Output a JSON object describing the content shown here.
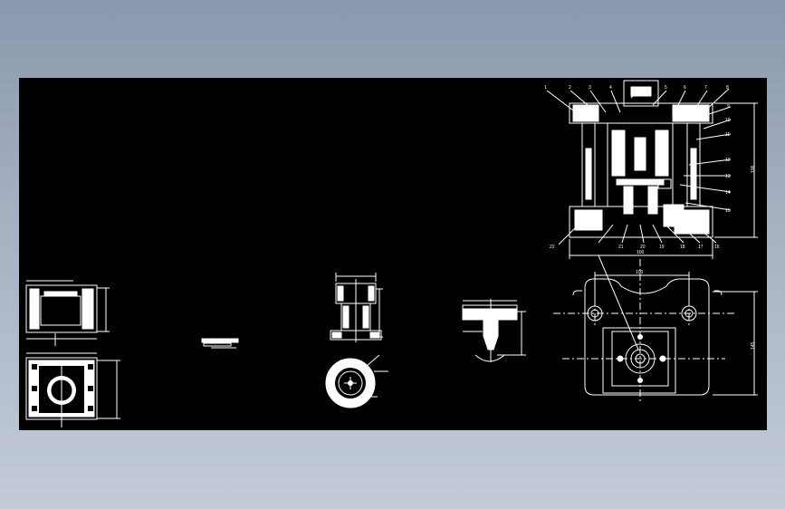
{
  "drawing": {
    "background_color": "#000000",
    "line_color": "#ffffff",
    "assembly_part_numbers": [
      "1",
      "2",
      "3",
      "4",
      "5",
      "6",
      "7",
      "8",
      "9",
      "10",
      "11",
      "12",
      "13",
      "14",
      "15",
      "16",
      "17",
      "18",
      "19",
      "20",
      "21",
      "22"
    ],
    "dimensions": {
      "top_width": "100",
      "main_height": "145",
      "assembly_height": "106",
      "assembly_base_width": "100"
    }
  }
}
